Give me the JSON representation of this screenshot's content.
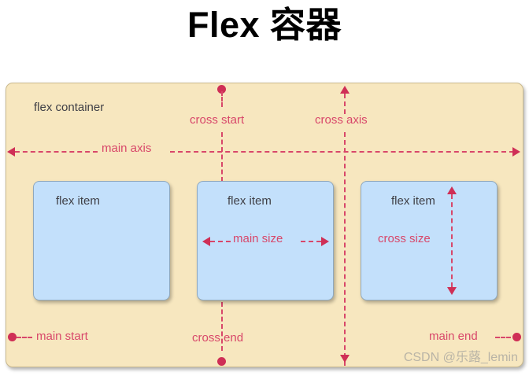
{
  "page": {
    "title": "Flex 容器",
    "background_color": "#ffffff"
  },
  "diagram": {
    "container": {
      "label": "flex container",
      "fill_color": "#f7e7bf",
      "border_color": "#c9b98e"
    },
    "accent_color": "#d8476a",
    "arrow_color": "#cf2f56",
    "item_fill_color": "#c3e0fb",
    "item_border_color": "#8fa8bd",
    "axis_labels": {
      "main_axis": "main axis",
      "cross_axis": "cross axis",
      "cross_start": "cross start",
      "cross_end": "cross end",
      "main_start": "main start",
      "main_end": "main end"
    },
    "items": [
      {
        "label": "flex item",
        "measure": null
      },
      {
        "label": "flex item",
        "measure": "main size"
      },
      {
        "label": "flex item",
        "measure": "cross size"
      }
    ]
  },
  "watermark": {
    "text": "CSDN @乐蕗_lemin"
  }
}
